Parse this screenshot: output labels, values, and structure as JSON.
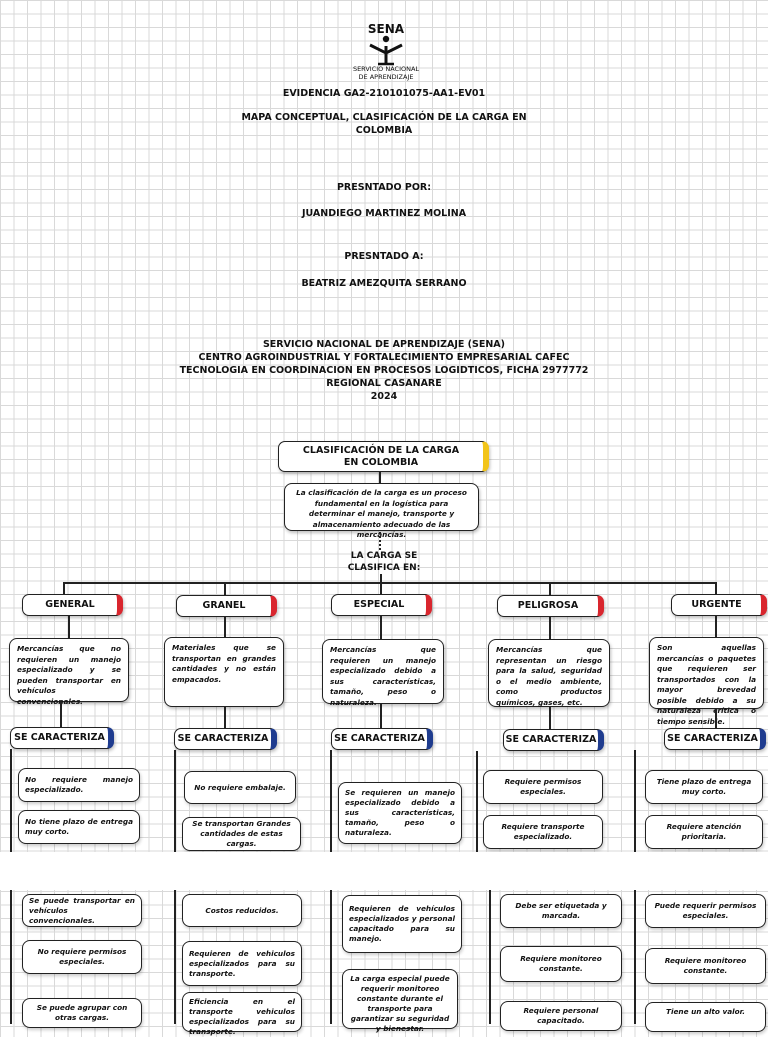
{
  "logo": {
    "wordmark": "SENA",
    "caption_line1": "SERVICIO NACIONAL",
    "caption_line2": "DE APRENDIZAJE"
  },
  "cover": {
    "evidence": "EVIDENCIA GA2-210101075-AA1-EV01",
    "title_line1": "MAPA CONCEPTUAL, CLASIFICACIÓN DE LA CARGA EN",
    "title_line2": "COLOMBIA",
    "presented_by_label": "PRESNTADO POR:",
    "author": "JUANDIEGO MARTINEZ MOLINA",
    "presented_to_label": "PRESNTADO A:",
    "recipient": "BEATRIZ AMEZQUITA SERRANO",
    "institution_lines": [
      "SERVICIO NACIONAL DE APRENDIZAJE  (SENA)",
      "CENTRO AGROINDUSTRIAL Y FORTALECIMIENTO EMPRESARIAL CAFEC",
      "TECNOLOGIA EN COORDINACION EN PROCESOS LOGIDTICOS, FICHA  2977772",
      "REGIONAL CASANARE",
      "2024"
    ]
  },
  "map": {
    "title_line1": "CLASIFICACIÓN DE LA CARGA",
    "title_line2": "EN COLOMBIA",
    "intro": "La clasificación de la carga es un proceso fundamental en la logística para determinar el manejo, transporte y almacenamiento adecuado de las mercancías.",
    "connector_line1": "LA CARGA SE",
    "connector_line2": "CLASIFICA EN:",
    "characterize_label": "SE CARACTERIZA",
    "categories": [
      {
        "name": "GENERAL",
        "description": "Mercancías que no requieren un manejo especializado y se pueden transportar en vehículos convencionales.",
        "traits": [
          "No requiere manejo especializado.",
          "No tiene plazo de entrega muy corto.",
          "Se puede transportar en vehículos convencionales.",
          "No requiere permisos especiales.",
          "Se puede agrupar con otras cargas."
        ]
      },
      {
        "name": "GRANEL",
        "description": "Materiales que se transportan en grandes cantidades y no están empacados.",
        "traits": [
          "No requiere embalaje.",
          "Se transportan Grandes cantidades de estas cargas.",
          "Costos reducidos.",
          "Requieren de vehiculos especializados para su transporte.",
          "Eficiencia en el transporte vehiculos especializados para su transporte."
        ]
      },
      {
        "name": "ESPECIAL",
        "description": "Mercancías que requieren un manejo especializado debido a sus características, tamaño, peso o naturaleza.",
        "traits": [
          "Se requieren un manejo especializado debido a sus características, tamaño, peso o naturaleza.",
          "Requieren de vehículos especializados y personal capacitado para su manejo.",
          "La carga especial puede requerir monitoreo constante durante el transporte para garantizar su seguridad y bienestar."
        ]
      },
      {
        "name": "PELIGROSA",
        "description": "Mercancías que representan un riesgo para la salud, seguridad o el medio ambiente, como productos químicos, gases, etc.",
        "traits": [
          "Requiere permisos especiales.",
          "Requiere transporte especializado.",
          "Debe ser etiquetada y marcada.",
          "Requiere monitoreo constante.",
          "Requiere personal capacitado."
        ]
      },
      {
        "name": "URGENTE",
        "description": "Son aquellas mercancías o paquetes que requieren ser transportados con la mayor brevedad posible debido a su naturaleza crítica o tiempo sensible.",
        "traits": [
          "Tiene plazo de entrega muy corto.",
          "Requiere atención prioritaria.",
          "Puede requerir permisos especiales.",
          "Requiere monitoreo constante.",
          "Tiene un alto valor."
        ]
      }
    ]
  },
  "colors": {
    "category_accent": "#d9262e",
    "characterize_accent": "#1f3c8f",
    "title_accent": "#f2c419",
    "logo_green": "#2c9a3f"
  }
}
